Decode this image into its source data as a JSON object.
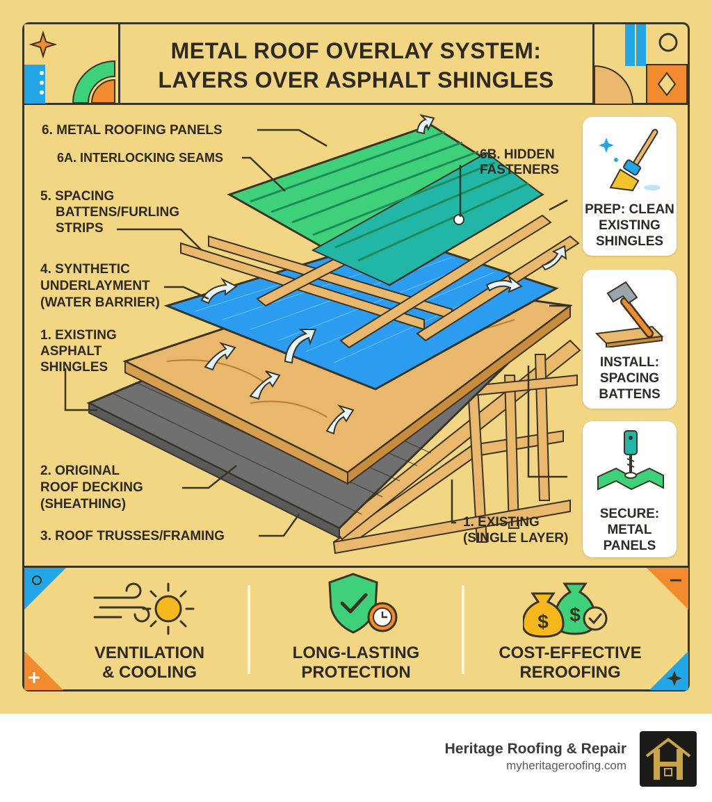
{
  "title": {
    "line1": "METAL ROOF OVERLAY SYSTEM:",
    "line2": "LAYERS OVER ASPHALT SHINGLES"
  },
  "labels": {
    "metal_panels": "6. METAL ROOFING PANELS",
    "seams": "6a. INTERLOCKING SEAMS",
    "fasteners_1": "6b. HIDDEN",
    "fasteners_2": "FASTENERS",
    "battens_1": "5. SPACING",
    "battens_2": "BATTENS/FURLING",
    "battens_3": "STRIPS",
    "underlayment_1": "4. SYNTHETIC",
    "underlayment_2": "UNDERLAYMENT",
    "underlayment_3": "(WATER BARRIER)",
    "shingles_1": "1. EXISTING",
    "shingles_2": "ASPHALT",
    "shingles_3": "SHINGLES",
    "decking_1": "2. ORIGINAL",
    "decking_2": "ROOF DECKING",
    "decking_3": "(SHEATHING)",
    "trusses": "3. ROOF TRUSSES/FRAMING",
    "existing_1": "1. EXISTING",
    "existing_2": "(SINGLE LAYER)"
  },
  "steps": [
    {
      "line1": "PREP: CLEAN",
      "line2": "EXISTING",
      "line3": "SHINGLES"
    },
    {
      "line1": "INSTALL:",
      "line2": "SPACING",
      "line3": "BATTENS"
    },
    {
      "line1": "SECURE:",
      "line2": "METAL",
      "line3": "PANELS"
    }
  ],
  "benefits": [
    {
      "line1": "VENTILATION",
      "line2": "& COOLING"
    },
    {
      "line1": "LONG-LASTING",
      "line2": "PROTECTION"
    },
    {
      "line1": "COST-EFFECTIVE",
      "line2": "REROOFING"
    }
  ],
  "footer": {
    "brand": "Heritage Roofing & Repair",
    "url": "myheritageroofing.com"
  },
  "colors": {
    "background": "#f2d684",
    "outline": "#3a3425",
    "metal_green": "#3fd07a",
    "metal_teal": "#22b6a6",
    "underlayment_blue": "#2c9cf0",
    "wood": "#e9b86c",
    "shingle_gray": "#6f6f6f",
    "accent_orange": "#f28a2e",
    "accent_blue": "#22a6e6"
  },
  "icons": [
    "broom-icon",
    "hammer-icon",
    "drill-icon",
    "wind-icon",
    "sun-icon",
    "shield-check-icon",
    "clock-icon",
    "money-bag-icon",
    "check-icon",
    "logo-icon"
  ]
}
